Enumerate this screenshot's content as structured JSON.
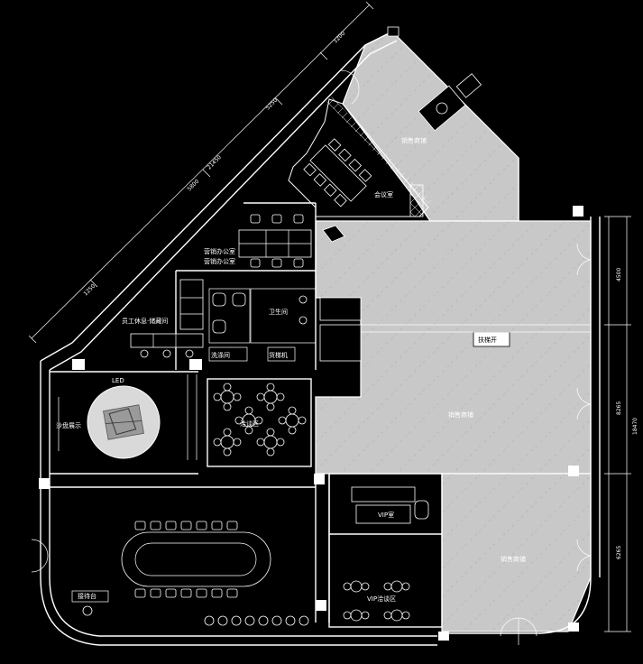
{
  "colors": {
    "background": "#000000",
    "line": "#ffffff",
    "retail_fill": "#c8c8c8",
    "hatch": "#b0b0b0"
  },
  "rooms": {
    "retail_top": "销售商铺",
    "retail_main": "销售商铺",
    "retail_bottom": "销售商铺",
    "meeting": "会议室",
    "office": "营销办公室",
    "office2": "营销办公室",
    "staff_rest": "员工休息·储藏间",
    "restroom": "卫生间",
    "washroom": "洗涤间",
    "elevator": "货梯机",
    "negotiation": "洽谈区",
    "led": "LED",
    "sand_table": "沙盘展示",
    "vip_room": "VIP室",
    "vip_negotiation": "VIP洽谈区",
    "reception": "接待台",
    "escalator": "扶梯开"
  },
  "dimensions": {
    "diag_1": "1200",
    "diag_2": "5250",
    "diag_3": "21450",
    "diag_4": "5800",
    "diag_5": "1250",
    "right_1": "4500",
    "right_2": "8265",
    "right_3": "18470",
    "right_4": "6265"
  }
}
